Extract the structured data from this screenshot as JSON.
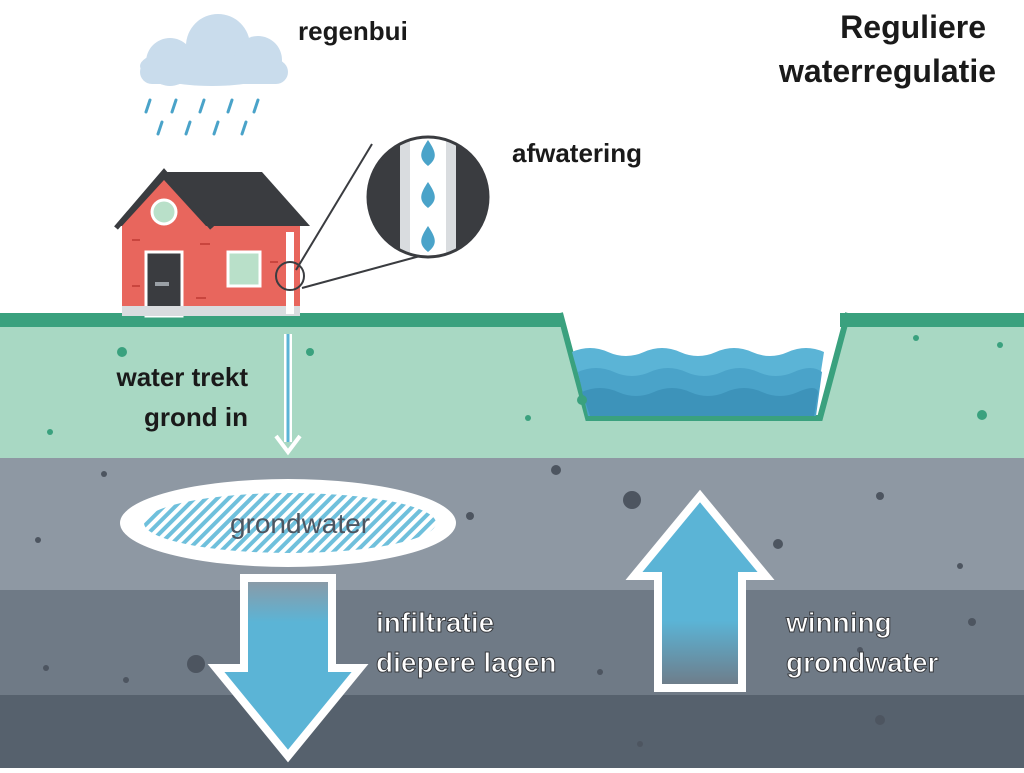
{
  "title": {
    "line1": "Reguliere",
    "line2": "waterregulatie"
  },
  "labels": {
    "rain": "regenbui",
    "drainage": "afwatering",
    "seepage_line1": "water trekt",
    "seepage_line2": "grond in",
    "groundwater": "grondwater",
    "infiltration_line1": "infiltratie",
    "infiltration_line2": "diepere lagen",
    "extraction_line1": "winning",
    "extraction_line2": "grondwater"
  },
  "colors": {
    "grass": "#3aa17e",
    "topsoil": "#a8d8c3",
    "layer1": "#8e98a3",
    "layer2": "#6f7a86",
    "layer3": "#56616d",
    "water": "#5bb4d6",
    "house_wall": "#e8665d",
    "house_roof": "#3a3c40",
    "cloud": "#c9dcec",
    "rain": "#4aa3c9"
  },
  "icons": [
    "cloud-icon",
    "raindrop-icon",
    "house-icon",
    "magnifier-icon",
    "arrow-down-icon",
    "arrow-up-icon"
  ]
}
